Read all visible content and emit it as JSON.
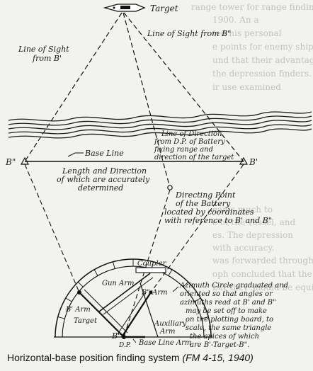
{
  "diagram": {
    "target_label": "Target",
    "los_b2_label": "Line of Sight from B\"",
    "los_b1_label_line1": "Line of Sight",
    "los_b1_label_line2": "from B'",
    "direction_line1": "Line of Direction",
    "direction_line2": "from D.P. of Battery",
    "direction_line3": "fixing range and",
    "direction_line4": "direction of the target",
    "b2_label": "B\"",
    "b1_label": "B'",
    "baseline_label": "Base Line",
    "length_line1": "Length and Direction",
    "length_line2": "of which are accurately",
    "length_line3": "determined",
    "dp_line1": "Directing Point",
    "dp_line2": "of the Battery",
    "dp_line3": "located by coordinates",
    "dp_line4": "with reference to B' and B\"",
    "coupler_label": "Coupler",
    "gun_arm_label": "Gun Arm",
    "b1_arm_label": "B' Arm",
    "b2_arm_label": "B\" Arm",
    "board_target_label": "Target",
    "aux_arm_line1": "Auxiliary",
    "aux_arm_line2": "Arm",
    "board_b2_label": "B\"",
    "board_dp_label": "D.P.",
    "baseline_arm_label": "Base Line Arm",
    "azimuth_line1": "Azimuth Circle graduated and",
    "azimuth_line2": "oriented so that angles or",
    "azimuth_line3": "azimuths read at B' and B\"",
    "azimuth_line4": "may be set off to make",
    "azimuth_line5": "on the plotting board, to",
    "azimuth_line6": "scale, the same triangle",
    "azimuth_line7": "the apices of which",
    "azimuth_line8": "are B'-Target-B\"."
  },
  "caption": {
    "title": "Horizontal-base position finding system",
    "source": "(FM 4-15, 1940)"
  }
}
